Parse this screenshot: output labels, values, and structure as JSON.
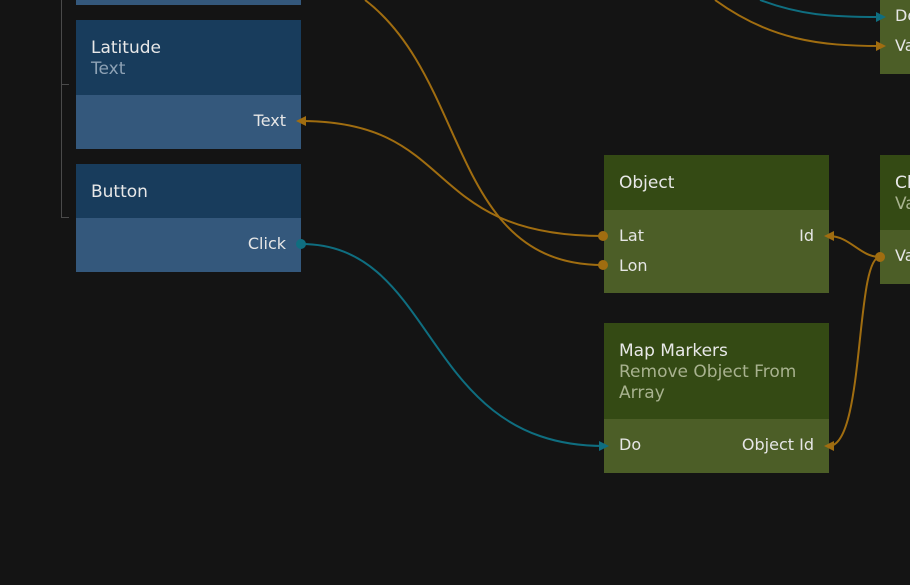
{
  "colors": {
    "background": "#141414",
    "wire_data": "#a06d10",
    "wire_signal": "#0f6e80",
    "ui_node_header": "#183c5c",
    "ui_node_body": "#34587c",
    "logic_node_header": "#344a14",
    "logic_node_body": "#4c5e27"
  },
  "nodes": {
    "latitude": {
      "title": "Latitude",
      "subtitle": "Text",
      "ports": {
        "text": "Text"
      }
    },
    "button": {
      "title": "Button",
      "ports": {
        "click": "Click"
      }
    },
    "object": {
      "title": "Object",
      "ports": {
        "lat": "Lat",
        "lon": "Lon",
        "id": "Id"
      }
    },
    "map_markers": {
      "title": "Map Markers",
      "subtitle_line1": "Remove Object From",
      "subtitle_line2": "Array",
      "ports": {
        "do": "Do",
        "object_id": "Object Id"
      }
    },
    "right_top_partial": {
      "ports": {
        "do": "Do",
        "value": "Va"
      }
    },
    "right_mid_partial": {
      "title": "Cl",
      "subtitle": "Va",
      "ports": {
        "value": "Va"
      }
    }
  }
}
